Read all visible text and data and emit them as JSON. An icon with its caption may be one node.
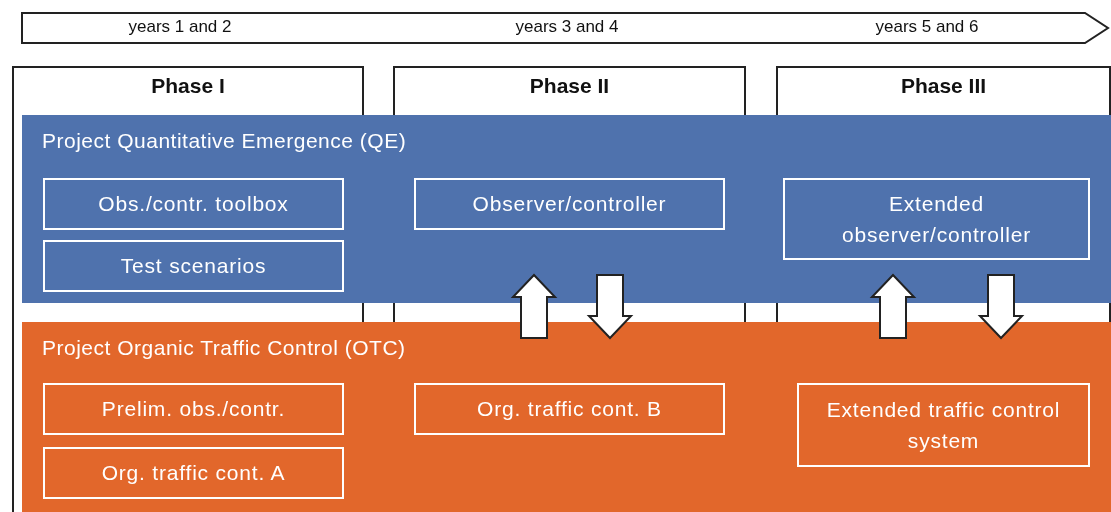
{
  "diagram": {
    "nodes": [
      {
        "text": [
          "Phase I"
        ]
      },
      {
        "text": [
          "Phase II"
        ]
      },
      {
        "text": [
          "Phase III"
        ]
      },
      {
        "text": [
          "Project Quantitative Emergence (QE)"
        ]
      },
      {
        "text": [
          "Obs./contr. toolbox"
        ],
        "in": 3
      },
      {
        "text": [
          "Test scenarios"
        ],
        "in": 3
      },
      {
        "text": [
          "Observer/controller"
        ],
        "in": 3
      },
      {
        "text": [
          "Extended observer/controller"
        ],
        "in": 3
      },
      {
        "text": [
          "Project Organic Traffic Control (OTC)"
        ]
      },
      {
        "text": [
          "Prelim. obs./contr."
        ],
        "in": 8
      },
      {
        "text": [
          "Org. traffic cont. A"
        ],
        "in": 8
      },
      {
        "text": [
          "Org. traffic cont. B"
        ],
        "in": 8
      },
      {
        "text": [
          "Extended traffic control system"
        ],
        "in": 8
      }
    ],
    "edges": [
      {
        "from": 8,
        "to": 3,
        "arrow": "to",
        "style": "thick"
      },
      {
        "from": 3,
        "to": 8,
        "arrow": "to",
        "style": "thick"
      },
      {
        "from": 8,
        "to": 3,
        "arrow": "to",
        "style": "thick"
      },
      {
        "from": 3,
        "to": 8,
        "arrow": "to",
        "style": "thick"
      }
    ],
    "labels": [
      "years 1 and 2",
      "years 3 and 4",
      "years 5 and 6"
    ]
  }
}
